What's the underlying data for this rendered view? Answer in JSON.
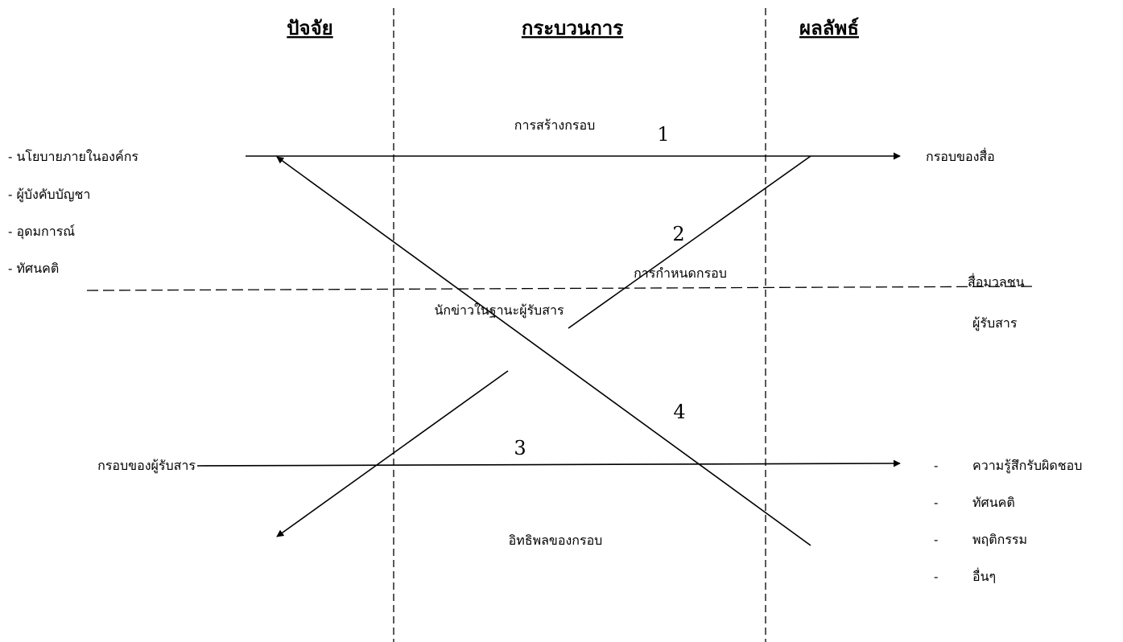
{
  "columns": {
    "factors": "ปัจจัย",
    "process": "กระบวนการ",
    "result": "ผลลัพธ์"
  },
  "factors_list": [
    "- นโยบายภายในองค์กร",
    "- ผู้บังคับบัญชา",
    "- อุดมการณ์",
    "- ทัศนคติ"
  ],
  "process_labels": {
    "frame_building": "การสร้างกรอบ",
    "frame_setting": "การกำหนดกรอบ",
    "journalist_as_receiver": "นักข่าวในฐานะผู้รับสาร",
    "framing_effects": "อิทธิพลของกรอบ"
  },
  "outcomes": {
    "media_frame": "กรอบของสื่อ",
    "mass_media": "สื่อมวลชน",
    "audience": "ผู้รับสาร",
    "receiver_frame": "กรอบของผู้รับสาร"
  },
  "effects_list": [
    "ความรู้สึกรับผิดชอบ",
    "ทัศนคติ",
    "พฤติกรรม",
    "อื่นๆ"
  ],
  "bullet": "-",
  "arrow_numbers": [
    "1",
    "2",
    "3",
    "4"
  ]
}
